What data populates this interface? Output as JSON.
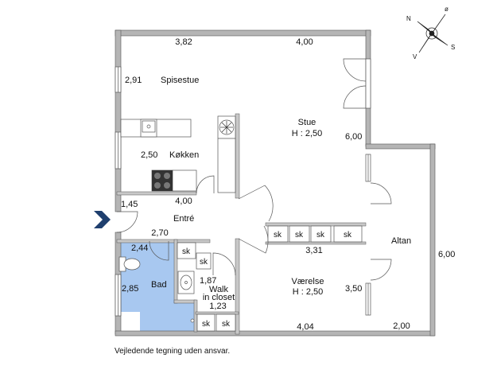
{
  "compass": {
    "n": "N",
    "o": "ø",
    "s": "S",
    "v": "V"
  },
  "rooms": {
    "spisestue": "Spisestue",
    "stue": "Stue",
    "stue_height": "H : 2,50",
    "kokken": "Køkken",
    "entre": "Entré",
    "bad": "Bad",
    "walk": "Walk",
    "walk2": "in closet",
    "vaerelse": "Værelse",
    "vaerelse_height": "H : 2,50",
    "altan": "Altan"
  },
  "dims": {
    "d382": "3,82",
    "d400top": "4,00",
    "d291": "2,91",
    "d600stue": "6,00",
    "d250": "2,50",
    "d400": "4,00",
    "d145": "1,45",
    "d270": "2,70",
    "d244": "2,44",
    "d285": "2,85",
    "d187": "1,87",
    "d123": "1,23",
    "d331": "3,31",
    "d350": "3,50",
    "d404": "4,04",
    "d600altan": "6,00",
    "d200": "2,00"
  },
  "storage": {
    "sk": "sk"
  },
  "footer": {
    "note": "Vejledende tegning uden ansvar."
  }
}
